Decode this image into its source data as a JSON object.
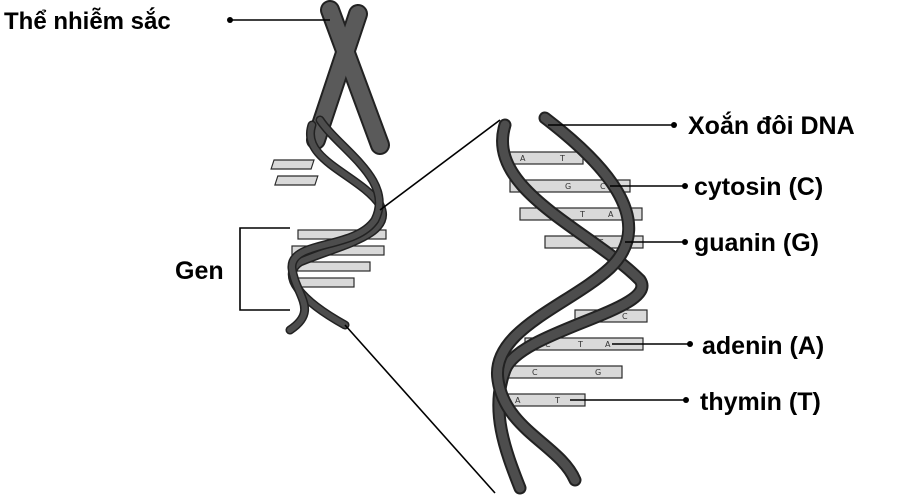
{
  "labels": {
    "chromosome": "Thể nhiễm sắc",
    "gene": "Gen",
    "double_helix": "Xoắn đôi DNA",
    "cytosine": "cytosin (C)",
    "guanine": "guanin (G)",
    "adenine": "adenin (A)",
    "thymine": "thymin (T)"
  },
  "base_letters": {
    "a": "A",
    "t": "T",
    "g": "G",
    "c": "C"
  },
  "colors": {
    "chromosome": "#5a5a5a",
    "strand": "#4d4d4d",
    "rung": "#d9d9d9",
    "text": "#000000"
  }
}
